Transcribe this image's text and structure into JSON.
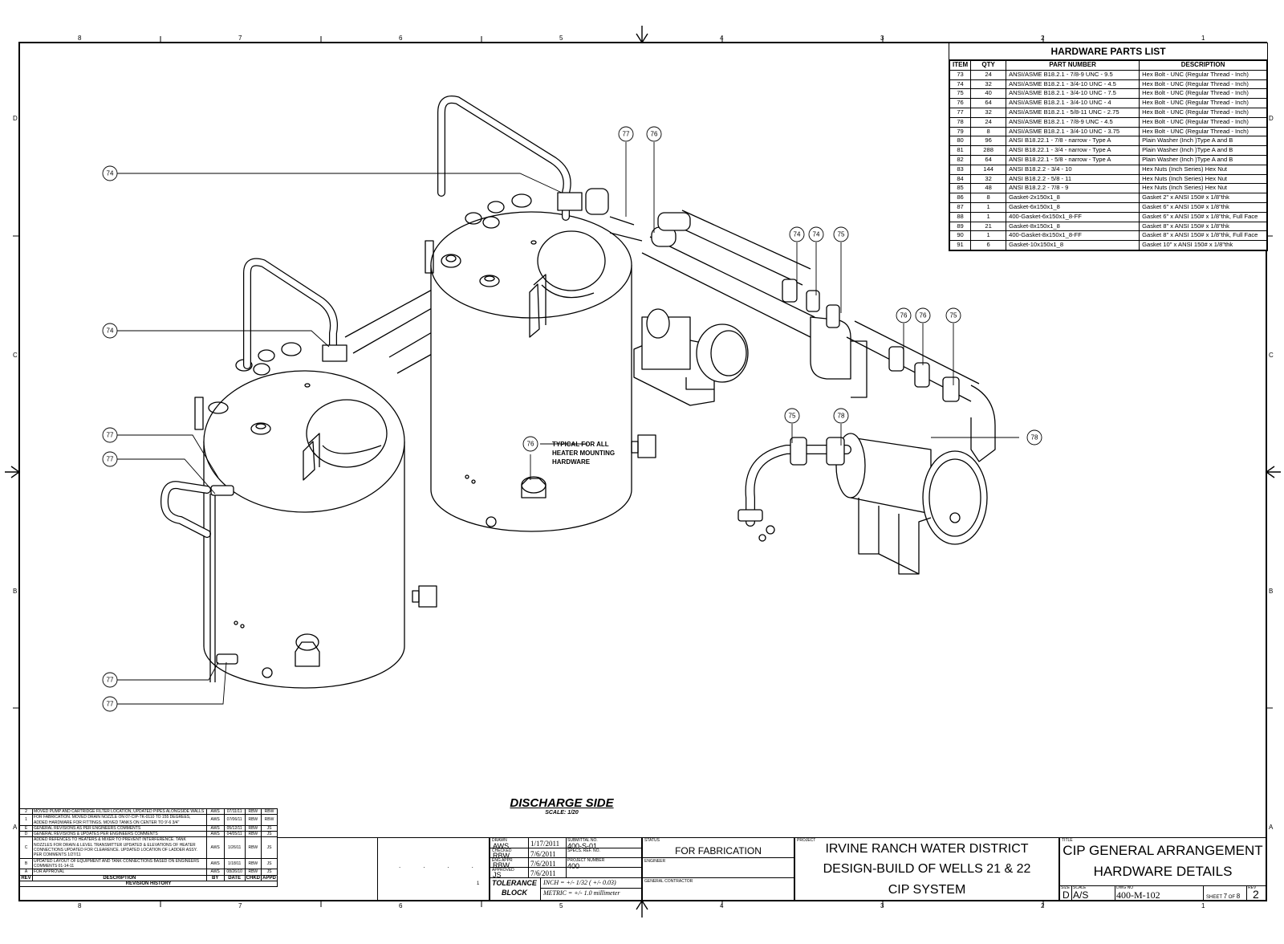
{
  "grid": {
    "columns": [
      "8",
      "7",
      "6",
      "5",
      "4",
      "3",
      "2",
      "1"
    ],
    "rows": [
      "D",
      "C",
      "B",
      "A"
    ]
  },
  "balloons": {
    "b1": "74",
    "b2": "74",
    "b3": "77",
    "b4": "77",
    "b5": "77",
    "b6": "77",
    "b7": "77",
    "b8": "76",
    "b9": "74",
    "b10": "74",
    "b11": "75",
    "b12": "76",
    "b13": "76",
    "b14": "75",
    "b15": "75",
    "b16": "78",
    "b17": "78",
    "b18": "76"
  },
  "note": {
    "line1": "TYPICAL FOR ALL",
    "line2": "HEATER MOUNTING",
    "line3": "HARDWARE"
  },
  "view": {
    "title": "DISCHARGE SIDE",
    "scale": "SCALE: 1/20"
  },
  "parts_list": {
    "title": "HARDWARE PARTS LIST",
    "headers": [
      "ITEM",
      "QTY",
      "PART NUMBER",
      "DESCRIPTION"
    ],
    "rows": [
      [
        "73",
        "24",
        "ANSI/ASME B18.2.1 - 7/8-9 UNC - 9.5",
        "Hex Bolt - UNC (Regular Thread - Inch)"
      ],
      [
        "74",
        "32",
        "ANSI/ASME B18.2.1 - 3/4-10 UNC - 4.5",
        "Hex Bolt - UNC (Regular Thread - Inch)"
      ],
      [
        "75",
        "40",
        "ANSI/ASME B18.2.1 - 3/4-10 UNC - 7.5",
        "Hex Bolt - UNC (Regular Thread - Inch)"
      ],
      [
        "76",
        "64",
        "ANSI/ASME B18.2.1 - 3/4-10 UNC - 4",
        "Hex Bolt - UNC (Regular Thread - Inch)"
      ],
      [
        "77",
        "32",
        "ANSI/ASME B18.2.1 - 5/8-11 UNC - 2.75",
        "Hex Bolt - UNC (Regular Thread - Inch)"
      ],
      [
        "78",
        "24",
        "ANSI/ASME B18.2.1 - 7/8-9 UNC - 4.5",
        "Hex Bolt - UNC (Regular Thread - Inch)"
      ],
      [
        "79",
        "8",
        "ANSI/ASME B18.2.1 - 3/4-10 UNC - 3.75",
        "Hex Bolt - UNC (Regular Thread - Inch)"
      ],
      [
        "80",
        "96",
        "ANSI B18.22.1 - 7/8 - narrow - Type A",
        "Plain Washer (Inch )Type A and B"
      ],
      [
        "81",
        "288",
        "ANSI B18.22.1 - 3/4 - narrow - Type A",
        "Plain Washer (Inch )Type A and B"
      ],
      [
        "82",
        "64",
        "ANSI B18.22.1 - 5/8 - narrow - Type A",
        "Plain Washer (Inch )Type A and B"
      ],
      [
        "83",
        "144",
        "ANSI B18.2.2 - 3/4 - 10",
        "Hex Nuts (Inch Series) Hex Nut"
      ],
      [
        "84",
        "32",
        "ANSI B18.2.2 - 5/8 - 11",
        "Hex Nuts (Inch Series) Hex Nut"
      ],
      [
        "85",
        "48",
        "ANSI B18.2.2 - 7/8 - 9",
        "Hex Nuts (Inch Series) Hex Nut"
      ],
      [
        "86",
        "8",
        "Gasket-2x150x1_8",
        "Gasket 2\" x ANSI 150# x 1/8\"thk"
      ],
      [
        "87",
        "1",
        "Gasket-6x150x1_8",
        "Gasket 6\" x ANSI 150# x 1/8\"thk"
      ],
      [
        "88",
        "1",
        "400-Gasket-6x150x1_8-FF",
        "Gasket 6\" x ANSI 150# x 1/8\"thk, Full Face"
      ],
      [
        "89",
        "21",
        "Gasket-8x150x1_8",
        "Gasket 8\" x ANSI 150# x 1/8\"thk"
      ],
      [
        "90",
        "1",
        "400-Gasket-8x150x1_8-FF",
        "Gasket 8\" x ANSI 150# x 1/8\"thk, Full Face"
      ],
      [
        "91",
        "6",
        "Gasket-10x150x1_8",
        "Gasket 10\" x ANSI 150# x 1/8\"thk"
      ]
    ]
  },
  "revision_history": {
    "title": "REVISION HISTORY",
    "headers": [
      "REV",
      "DESCRIPTION",
      "BY",
      "DATE",
      "CHKD",
      "APPD"
    ],
    "rows": [
      [
        "2",
        "MOVED PUMP AND CARTRIDGE FILTER LOCATION, UPDATED PIPES ALONGSIDE WALLS",
        "AWS",
        "07/11/11",
        "RBW",
        "RBW"
      ],
      [
        "1",
        "FOR FABRICATION. MOVED DRAIN NOZZLE ON 07-CIP-TK-0110 TO 155 DEGREES, ADDED HARDWARE FOR FITTINGS. MOVED TANKS ON CENTER TO 9'-6 3/4\"",
        "AWS",
        "07/06/11",
        "RBW",
        "RBW"
      ],
      [
        "E",
        "GENERAL REVISIONS AS PER ENGINEERS COMMENTS",
        "AWS",
        "05/12/11",
        "RBW",
        "JS"
      ],
      [
        "D",
        "GENERAL REVISIONS & UPDATES PER ENGINEERS COMMENTS",
        "AWS",
        "04/05/11",
        "RBW",
        "JS"
      ],
      [
        "C",
        "ADDED REFENCES TO HEATERS & MIXER TO PREVENT INTERFERENCE. TANK NOZZLES FOR DRAIN & LEVEL TRANSMITTER UPDATED & ELEVATIONS OF HEATER CONNECTIONS UPDATED FOR CLEARENCE. UPDATED LOCATION OF LADDER ASSY. PER COMMENTS 1/27/11",
        "AWS",
        "1/26/11",
        "RBW",
        "JS"
      ],
      [
        "B",
        "UPDATED LAYOUT OF EQUIPMENT AND TANK CONNECTIONS BASED ON ENGINEERS COMMENTS 01-14-11",
        "AWS",
        "1/18/11",
        "RBW",
        "JS"
      ],
      [
        "A",
        "FOR APPROVAL",
        "AWS",
        "08/26/10",
        "RBW",
        "JS"
      ]
    ]
  },
  "title_block": {
    "drawn_label": "DRAWN",
    "drawn_by": "AWS",
    "drawn_date": "1/17/2011",
    "checked_label": "CHECKED",
    "checked_by": "RBW",
    "checked_date": "7/6/2011",
    "eng_label": "ENG APPR",
    "eng_by": "RBW",
    "eng_date": "7/6/2011",
    "approved_label": "APPROVED",
    "approved_by": "JS",
    "approved_date": "7/6/2011",
    "submittal_label": "SUBMITTAL NO.",
    "submittal_no": "400-S-01",
    "specs_label": "SPECS. REF. NO.",
    "project_no_label": "PROJECT NUMBER",
    "project_no": "400",
    "tolerance_label": "TOLERANCE",
    "block_label": "BLOCK",
    "inch_tol": "INCH = +/- 1/32 ( +/- 0.03)",
    "metric_tol": "METRIC = +/- 1.0 millimeter",
    "status_label": "STATUS",
    "status": "FOR FABRICATION",
    "engineer_label": "ENGINEER",
    "gc_label": "GENERAL CONTRACTOR",
    "project_label": "PROJECT",
    "project_line1": "IRVINE RANCH WATER DISTRICT",
    "project_line2": "DESIGN-BUILD OF WELLS 21 & 22",
    "project_line3": "CIP SYSTEM",
    "title_label": "TITLE",
    "title_line1": "CIP GENERAL ARRANGEMENT",
    "title_line2": "HARDWARE DETAILS",
    "size_label": "SIZE",
    "size": "D",
    "scale_label": "SCALE",
    "scale": "A/S",
    "dwg_label": "DWG NO",
    "dwg_no": "400-M-102",
    "sheet_label": "SHEET",
    "sheet": "7",
    "of_label": "OF",
    "sheets": "8",
    "rev_label": "REV",
    "rev": "2",
    "mid_num": "1"
  }
}
